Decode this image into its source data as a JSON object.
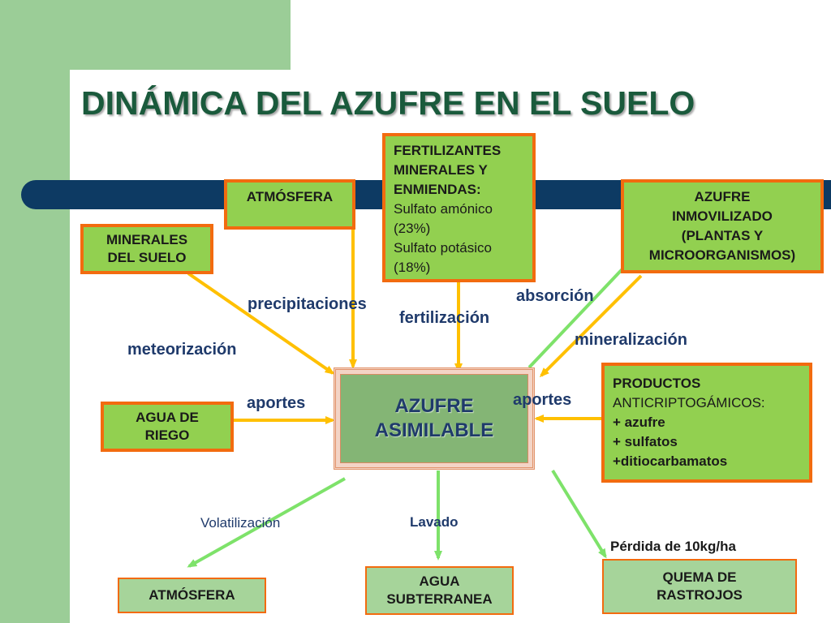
{
  "title": "DINÁMICA DEL AZUFRE EN EL SUELO",
  "colors": {
    "sidebar": "#9bcd97",
    "band": "#0d3a63",
    "box_fill": "#92d050",
    "box_pale": "#a6d49a",
    "box_border": "#f26b0f",
    "center_fill": "#84b575",
    "arrow_yellow": "#ffc000",
    "arrow_green": "#7ee26a",
    "title_color": "#1a5a3c"
  },
  "nodes": {
    "atmosfera_top": "ATMÓSFERA",
    "minerales_suelo": [
      "MINERALES",
      "DEL SUELO"
    ],
    "fertilizantes": [
      "FERTILIZANTES",
      "MINERALES Y",
      "ENMIENDAS:",
      "Sulfato amónico",
      "(23%)",
      "Sulfato potásico",
      "(18%)"
    ],
    "azufre_inmovilizado": [
      "AZUFRE",
      "INMOVILIZADO",
      "(PLANTAS Y",
      "MICROORGANISMOS)"
    ],
    "agua_riego": [
      "AGUA DE",
      "RIEGO"
    ],
    "azufre_asimilable": [
      "AZUFRE",
      "ASIMILABLE"
    ],
    "productos": [
      "PRODUCTOS",
      "ANTICRIPTOGÁMICOS:",
      "+ azufre",
      "+ sulfatos",
      "+ditiocarbamatos"
    ],
    "atmosfera_bottom": "ATMÓSFERA",
    "agua_subterranea": [
      "AGUA",
      "SUBTERRANEA"
    ],
    "quema_rastrojos": [
      "QUEMA DE",
      "RASTROJOS"
    ]
  },
  "labels": {
    "precipitaciones": "precipitaciones",
    "fertilizacion": "fertilización",
    "absorcion": "absorción",
    "mineralizacion": "mineralización",
    "meteorizacion": "meteorización",
    "aportes_left": "aportes",
    "aportes_right": "aportes",
    "volatilizacion": "Volatilización",
    "lavado": "Lavado",
    "perdida": "Pérdida de 10kg/ha"
  }
}
